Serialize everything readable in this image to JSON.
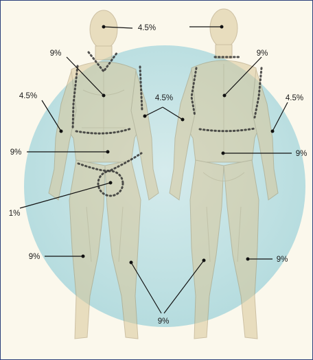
{
  "labels": {
    "head": "4.5%",
    "chest_front": "9%",
    "back_upper": "9%",
    "arm_left": "4.5%",
    "arms_mid": "4.5%",
    "arm_right": "4.5%",
    "abdomen_front": "9%",
    "back_lower": "9%",
    "genital": "1%",
    "leg_front_left": "9%",
    "leg_back_right": "9%",
    "legs_bottom": "9%"
  },
  "colors": {
    "circle": "#b9dfe3",
    "skin": "#d9c79a",
    "border": "#2b3f7a"
  }
}
